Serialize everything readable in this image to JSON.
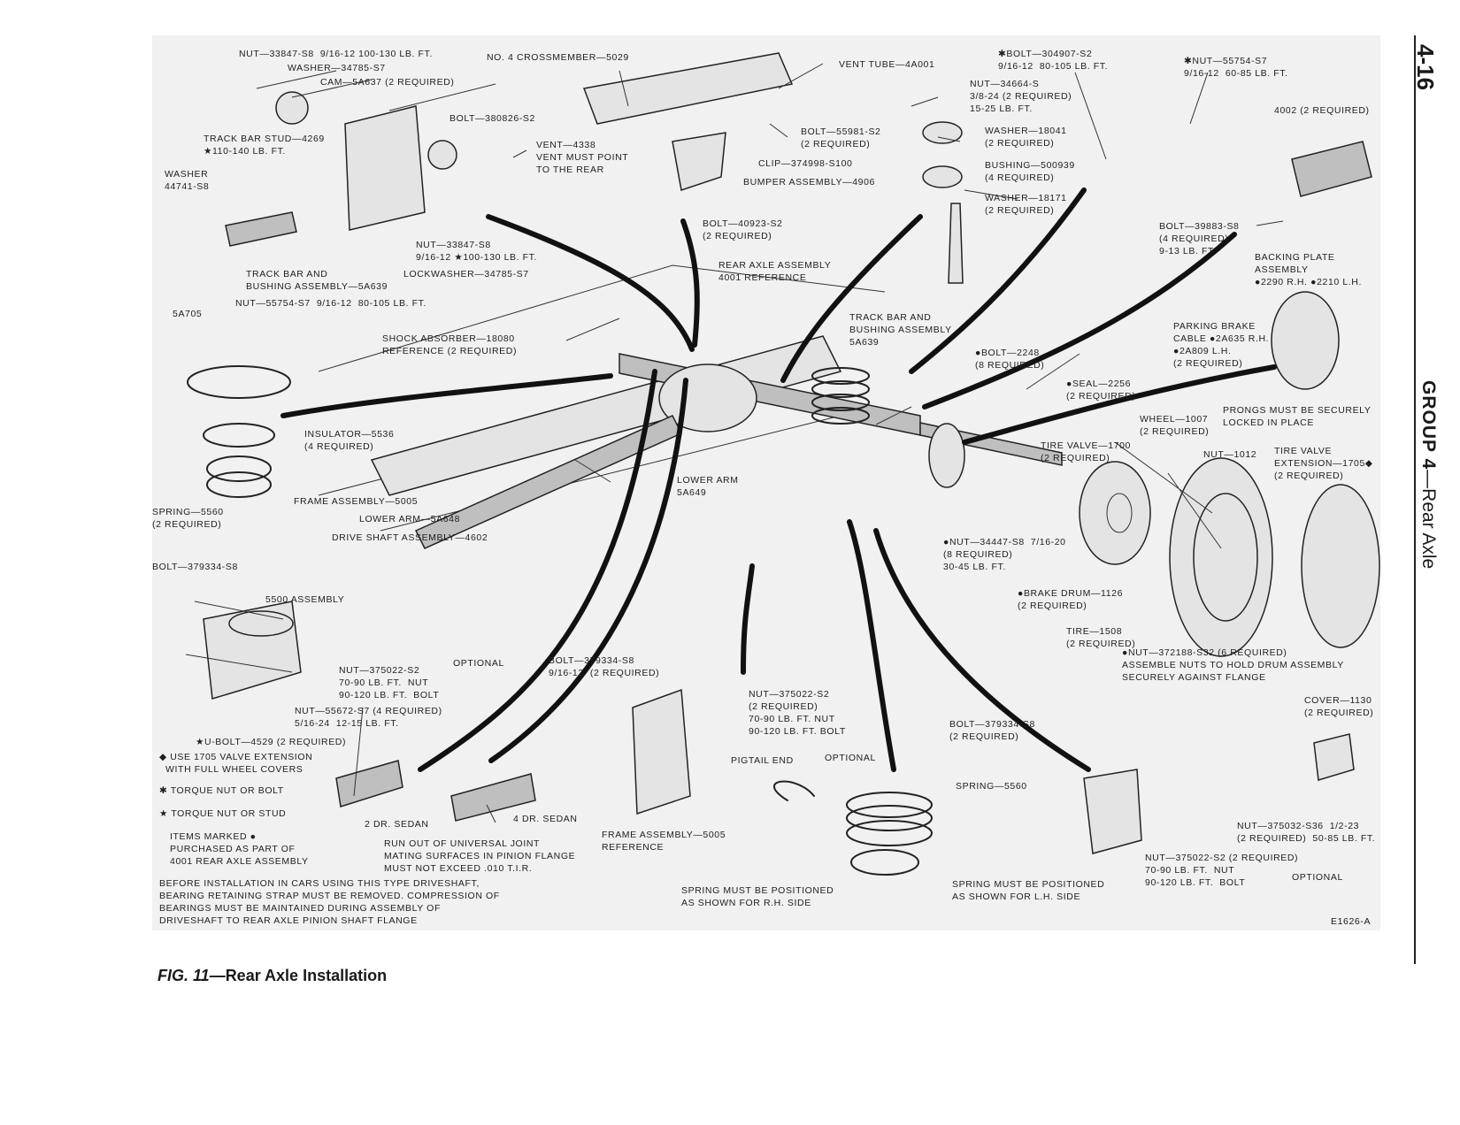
{
  "page": {
    "number": "4-16",
    "group_bold": "GROUP 4",
    "group_rest": "—Rear Axle"
  },
  "caption": {
    "fig": "FIG. 11",
    "title": "—Rear Axle Installation"
  },
  "code": "E1626-A",
  "labels": {
    "nut_33847_top": "NUT—33847-S8  9/16-12 100-130 LB. FT.",
    "washer_34785": "WASHER—34785-S7",
    "cam_5a637": "CAM—5A637 (2 REQUIRED)",
    "crossmember": "NO. 4 CROSSMEMBER—5029",
    "vent_tube": "VENT TUBE—4A001",
    "bolt_304907": "✱BOLT—304907-S2\n9/16-12  80-105 LB. FT.",
    "nut_55754_top": "✱NUT—55754-S7\n9/16-12  60-85 LB. FT.",
    "part_4002": "4002 (2 REQUIRED)",
    "track_bar_stud": "TRACK BAR STUD—4269\n★110-140 LB. FT.",
    "bolt_380826": "BOLT—380826-S2",
    "washer_44741": "WASHER\n44741-S8",
    "vent_4338": "VENT—4338\nVENT MUST POINT\nTO THE REAR",
    "bolt_55981": "BOLT—55981-S2\n(2 REQUIRED)",
    "clip_374998": "CLIP—374998-S100",
    "bumper_4906": "BUMPER ASSEMBLY—4906",
    "nut_34664": "NUT—34664-S\n3/8-24 (2 REQUIRED)\n15-25 LB. FT.",
    "washer_18041": "WASHER—18041\n(2 REQUIRED)",
    "bushing_500939": "BUSHING—500939\n(4 REQUIRED)",
    "washer_18171": "WASHER—18171\n(2 REQUIRED)",
    "nut_33847_mid": "NUT—33847-S8\n9/16-12 ★100-130 LB. FT.",
    "lockwasher": "LOCKWASHER—34785-S7",
    "track_bar_bushing_left": "TRACK BAR AND\nBUSHING ASSEMBLY—5A639",
    "nut_55754_left": "NUT—55754-S7  9/16-12  80-105 LB. FT.",
    "part_5a705": "5A705",
    "bolt_40923": "BOLT—40923-S2\n(2 REQUIRED)",
    "rear_axle_4001": "REAR AXLE ASSEMBLY\n4001 REFERENCE",
    "bolt_39883": "BOLT—39883-S8\n(4 REQUIRED)\n9-13 LB. FT.",
    "backing_plate": "BACKING PLATE\nASSEMBLY\n●2290 R.H. ●2210 L.H.",
    "shock_absorber": "SHOCK ABSORBER—18080\nREFERENCE (2 REQUIRED)",
    "track_bar_bushing_mid": "TRACK BAR AND\nBUSHING ASSEMBLY\n5A639",
    "bolt_2248": "●BOLT—2248\n(8 REQUIRED)",
    "parking_brake": "PARKING BRAKE\nCABLE ●2A635 R.H.\n●2A809 L.H.\n(2 REQUIRED)",
    "seal_2256": "●SEAL—2256\n(2 REQUIRED)",
    "prongs": "PRONGS MUST BE SECURELY\nLOCKED IN PLACE",
    "wheel_1007": "WHEEL—1007\n(2 REQUIRED)",
    "insulator": "INSULATOR—5536\n(4 REQUIRED)",
    "tire_valve": "TIRE VALVE—1700\n(2 REQUIRED)",
    "nut_1012": "NUT—1012",
    "tire_valve_ext": "TIRE VALVE\nEXTENSION—1705◆\n(2 REQUIRED)",
    "frame_5005": "FRAME ASSEMBLY—5005",
    "lower_arm_5a649": "LOWER ARM\n5A649",
    "lower_arm_5a648": "LOWER ARM—5A648",
    "spring_5560_left": "SPRING—5560\n(2 REQUIRED)",
    "drive_shaft": "DRIVE SHAFT ASSEMBLY—4602",
    "nut_34447": "●NUT—34447-S8  7/16-20\n(8 REQUIRED)\n30-45 LB. FT.",
    "bolt_379334_left": "BOLT—379334-S8",
    "brake_drum": "●BRAKE DRUM—1126\n(2 REQUIRED)",
    "assembly_5500": "5500 ASSEMBLY",
    "tire_1508": "TIRE—1508\n(2 REQUIRED)",
    "nut_372188": "●NUT—372188-S32 (6 REQUIRED)\nASSEMBLE NUTS TO HOLD DRUM ASSEMBLY\nSECURELY AGAINST FLANGE",
    "nut_375022_left": "NUT—375022-S2\n70-90 LB. FT.  NUT\n90-120 LB. FT.  BOLT",
    "optional_left": "OPTIONAL",
    "bolt_379334_mid": "BOLT—379334-S8\n9/16-12  (2 REQUIRED)",
    "nut_55672": "NUT—55672-S7 (4 REQUIRED)\n5/16-24  12-15 LB. FT.",
    "nut_375022_mid": "NUT—375022-S2\n(2 REQUIRED)\n70-90 LB. FT. NUT\n90-120 LB. FT. BOLT",
    "cover_1130": "COVER—1130\n(2 REQUIRED)",
    "ubolt": "★U-BOLT—4529 (2 REQUIRED)",
    "bolt_379334_right": "BOLT—379334-S8\n(2 REQUIRED)",
    "legend_1705": "◆ USE 1705 VALVE EXTENSION\n  WITH FULL WHEEL COVERS",
    "pigtail": "PIGTAIL END",
    "optional_mid": "OPTIONAL",
    "legend_torque_bolt": "✱ TORQUE NUT OR BOLT",
    "spring_5560_right": "SPRING—5560",
    "legend_torque_stud": "★ TORQUE NUT OR STUD",
    "dr2": "2 DR. SEDAN",
    "dr4": "4 DR. SEDAN",
    "frame_5005_ref": "FRAME ASSEMBLY—5005\nREFERENCE",
    "nut_375032": "NUT—375032-S36  1/2-23\n(2 REQUIRED)  50-85 LB. FT.",
    "legend_items": "ITEMS MARKED ●\nPURCHASED AS PART OF\n4001 REAR AXLE ASSEMBLY",
    "runout": "RUN OUT OF UNIVERSAL JOINT\nMATING SURFACES IN PINION FLANGE\nMUST NOT EXCEED .010 T.I.R.",
    "nut_375022_right": "NUT—375022-S2 (2 REQUIRED)\n70-90 LB. FT.  NUT\n90-120 LB. FT.  BOLT",
    "optional_right": "OPTIONAL",
    "note_before": "BEFORE INSTALLATION IN CARS USING THIS TYPE DRIVESHAFT,\nBEARING RETAINING STRAP MUST BE REMOVED. COMPRESSION OF\nBEARINGS MUST BE MAINTAINED DURING ASSEMBLY OF\nDRIVESHAFT TO REAR AXLE PINION SHAFT FLANGE",
    "spring_rh": "SPRING MUST BE POSITIONED\nAS SHOWN FOR R.H. SIDE",
    "spring_lh": "SPRING MUST BE POSITIONED\nAS SHOWN FOR L.H. SIDE"
  }
}
